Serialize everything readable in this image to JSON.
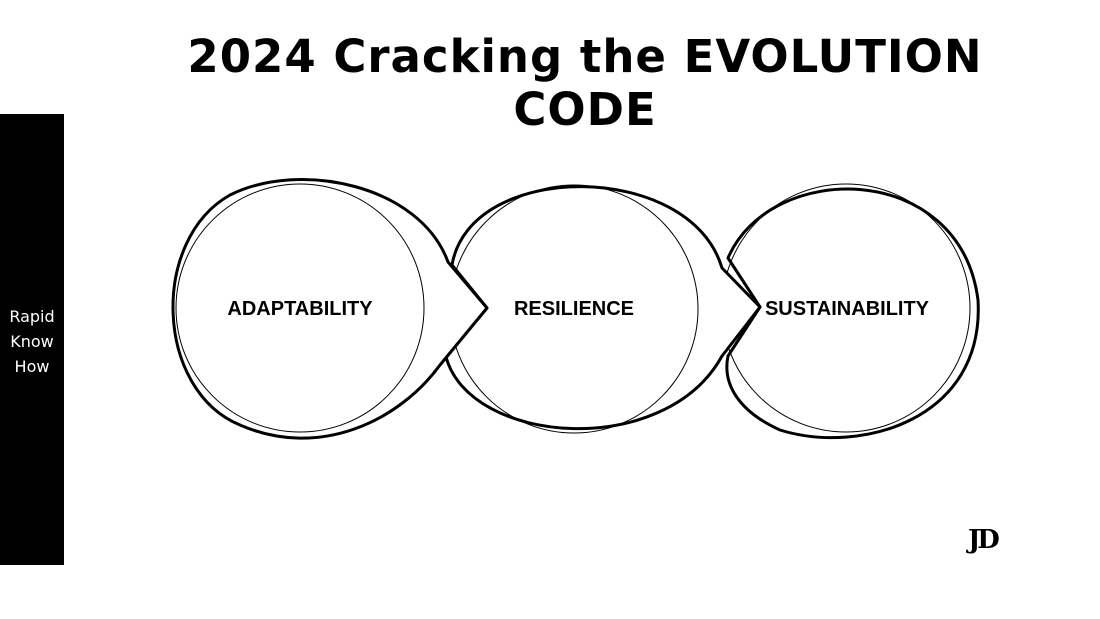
{
  "title": "2024 Cracking the EVOLUTION CODE",
  "sidebar": {
    "lines": [
      "Rapid",
      "Know",
      "How"
    ]
  },
  "diagram": {
    "nodes": [
      {
        "label": "ADAPTABILITY"
      },
      {
        "label": "RESILIENCE"
      },
      {
        "label": "SUSTAINABILITY"
      }
    ]
  },
  "signature": "JD"
}
